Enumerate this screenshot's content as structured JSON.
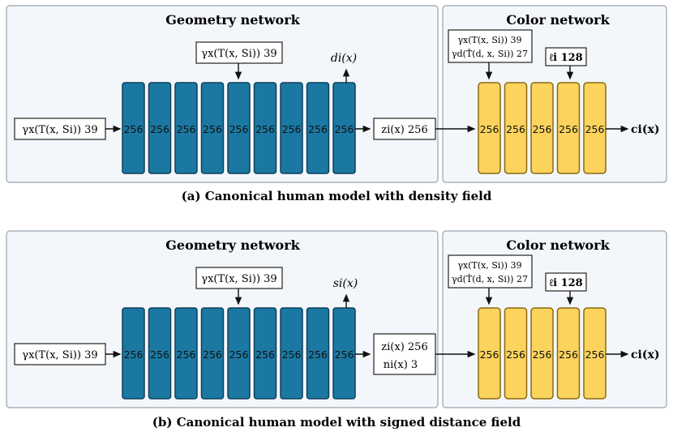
{
  "diagrams": [
    {
      "geometry_title": "Geometry network",
      "color_title": "Color network",
      "layer_width": "256",
      "input_label": "γx(T(x, Si)) 39",
      "skip_input_label": "γx(T(x, Si)) 39",
      "geometry_output_label": "di(x)",
      "feature_label_1": "zi(x) 256",
      "feature_label_2": "",
      "color_input_1": "γx(T(x, Si)) 39",
      "color_input_2": "γd(T̂(d, x, Si)) 27",
      "latent_label": "ℓi 128",
      "color_output_label": "ci(x)",
      "caption": "(a) Canonical human model with density field"
    },
    {
      "geometry_title": "Geometry network",
      "color_title": "Color network",
      "layer_width": "256",
      "input_label": "γx(T(x, Si)) 39",
      "skip_input_label": "γx(T(x, Si)) 39",
      "geometry_output_label": "si(x)",
      "feature_label_1": "zi(x) 256",
      "feature_label_2": "ni(x) 3",
      "color_input_1": "γx(T(x, Si)) 39",
      "color_input_2": "γd(T̂(d, x, Si)) 27",
      "latent_label": "ℓi 128",
      "color_output_label": "ci(x)",
      "caption": "(b) Canonical human model with signed distance field"
    }
  ],
  "colors": {
    "geometry_layer": "#1b78a2",
    "color_layer": "#fbd35d",
    "panel_background": "#f3f7fb"
  }
}
